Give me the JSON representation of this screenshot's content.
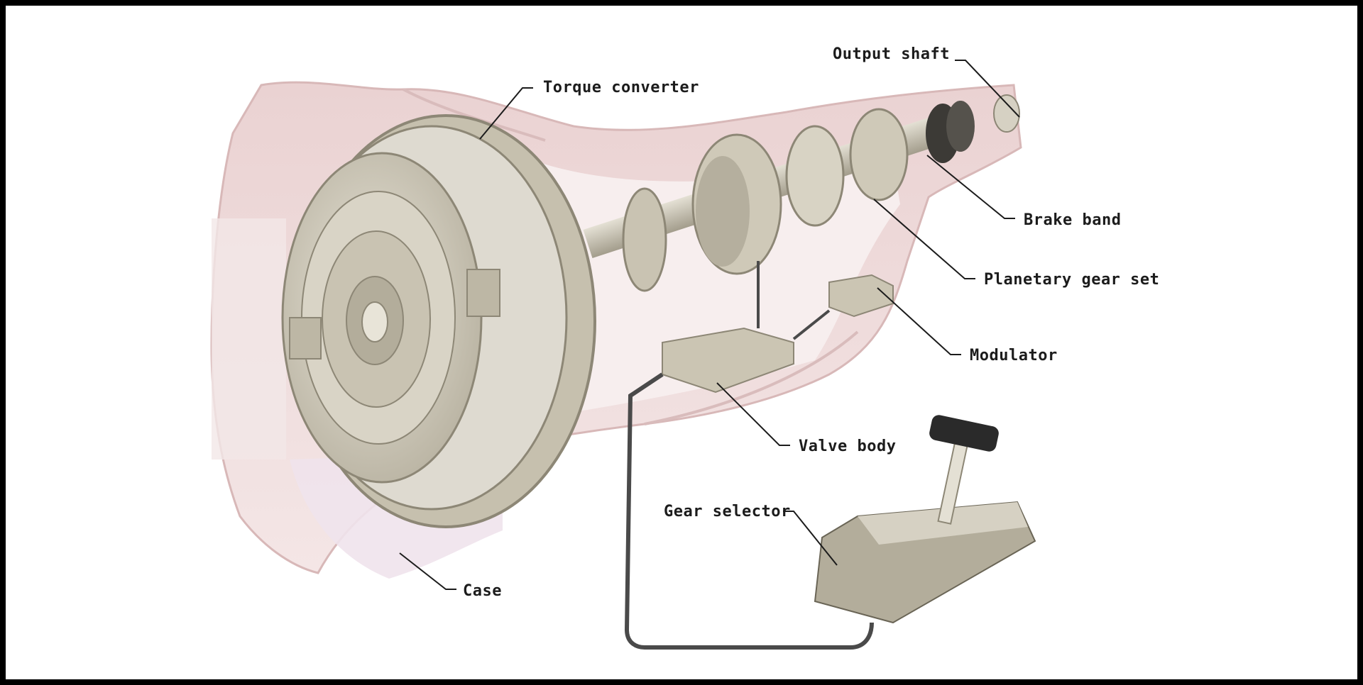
{
  "diagram": {
    "labels": {
      "output_shaft": "Output shaft",
      "torque_converter": "Torque converter",
      "brake_band": "Brake band",
      "planetary_gear_set": "Planetary gear set",
      "modulator": "Modulator",
      "valve_body": "Valve body",
      "gear_selector": "Gear selector",
      "case": "Case"
    },
    "colors": {
      "case_fill": "#f0dcdc",
      "case_shade": "#e2c4c4",
      "metal": "#d4cfc0",
      "metal_dark": "#a9a393",
      "metal_light": "#e6e2d6",
      "handle": "#2a2a2a",
      "cable": "#4a4a4a"
    }
  }
}
